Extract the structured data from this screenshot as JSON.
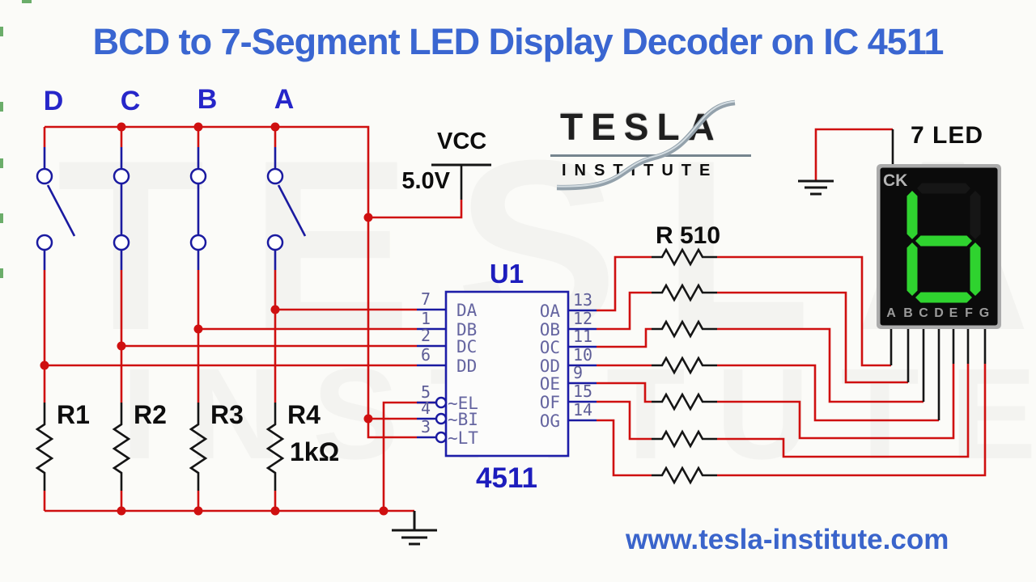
{
  "title": "BCD to 7-Segment LED Display Decoder on IC 4511",
  "colors": {
    "wire_red": "#cf1010",
    "component_navy": "#1a1aa0",
    "label_blue": "#2626c9",
    "title_blue": "#3a66d1",
    "led_green": "#2fd32f"
  },
  "inputs": {
    "switches": [
      {
        "label": "D",
        "state": "open"
      },
      {
        "label": "C",
        "state": "closed"
      },
      {
        "label": "B",
        "state": "closed"
      },
      {
        "label": "A",
        "state": "open"
      }
    ]
  },
  "power": {
    "vcc_label": "VCC",
    "vcc_value": "5.0V"
  },
  "logo": {
    "name": "TESLA",
    "subname": "INSTITUTE"
  },
  "watermark": {
    "line1": "TESLA",
    "line2": "INSTITUTE"
  },
  "ic": {
    "ref": "U1",
    "part": "4511",
    "left_pins": [
      {
        "num": "7",
        "label": "DA"
      },
      {
        "num": "1",
        "label": "DB"
      },
      {
        "num": "2",
        "label": "DC"
      },
      {
        "num": "6",
        "label": "DD"
      },
      {
        "num": "5",
        "label": "~EL"
      },
      {
        "num": "4",
        "label": "~BI"
      },
      {
        "num": "3",
        "label": "~LT"
      }
    ],
    "right_pins": [
      {
        "num": "13",
        "label": "OA"
      },
      {
        "num": "12",
        "label": "OB"
      },
      {
        "num": "11",
        "label": "OC"
      },
      {
        "num": "10",
        "label": "OD"
      },
      {
        "num": "9",
        "label": "OE"
      },
      {
        "num": "15",
        "label": "OF"
      },
      {
        "num": "14",
        "label": "OG"
      }
    ]
  },
  "pulldown_resistors": {
    "labels": [
      "R1",
      "R2",
      "R3",
      "R4"
    ],
    "value": "1kΩ"
  },
  "series_resistors": {
    "label": "R 510",
    "count": 7
  },
  "display": {
    "title": "7 LED",
    "clock_label": "CK",
    "segment_labels": [
      "A",
      "B",
      "C",
      "D",
      "E",
      "F",
      "G"
    ],
    "lit_segments": [
      "C",
      "D",
      "E",
      "F",
      "G"
    ],
    "digit_shown": "b",
    "segment_color": "#2fd32f"
  },
  "footer": {
    "website": "www.tesla-institute.com"
  }
}
